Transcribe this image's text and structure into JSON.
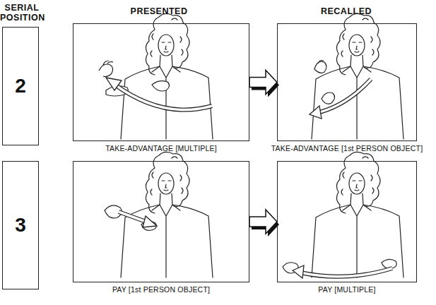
{
  "diagram": {
    "nodes": [
      {
        "text": [
          "2"
        ]
      },
      {
        "text": [
          "TAKE-ADVANTAGE [MULTIPLE]"
        ]
      },
      {
        "text": [
          "TAKE-ADVANTAGE [1st PERSON OBJECT]"
        ]
      },
      {
        "text": [
          "3"
        ]
      },
      {
        "text": [
          "PAY [1st PERSON OBJECT]"
        ]
      },
      {
        "text": [
          "PAY [MULTIPLE]"
        ]
      }
    ],
    "edges": [
      {
        "from": 1,
        "to": 2,
        "arrow": "to"
      },
      {
        "from": 4,
        "to": 5,
        "arrow": "to"
      }
    ],
    "labels": [
      "SERIAL POSITION",
      "PRESENTED",
      "RECALLED"
    ]
  }
}
